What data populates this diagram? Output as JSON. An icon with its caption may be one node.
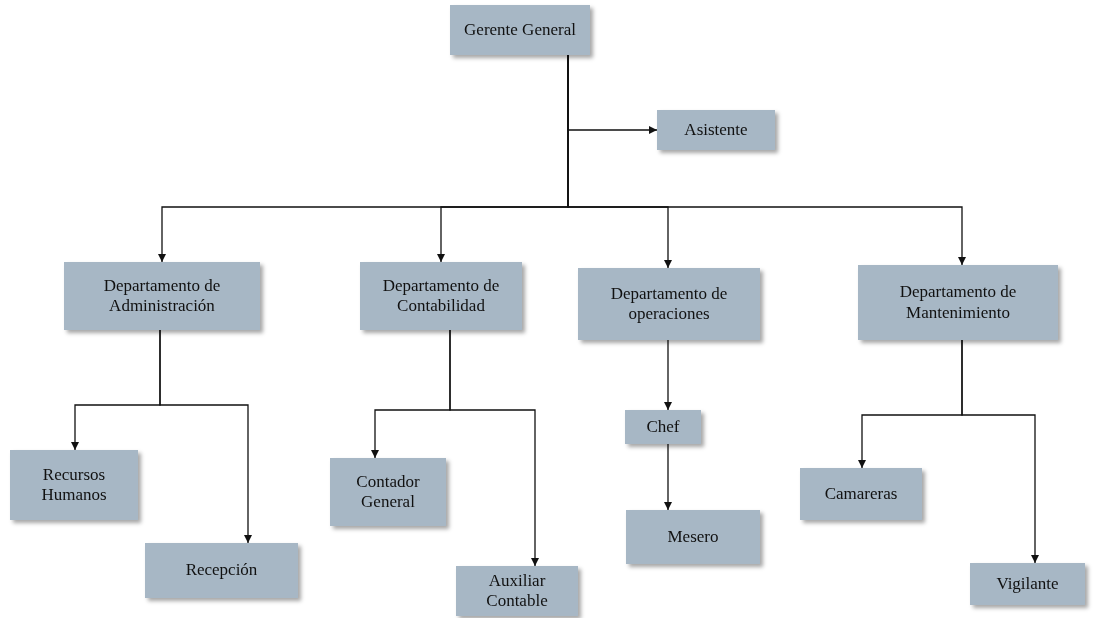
{
  "diagram": {
    "nodes": [
      {
        "text": [
          "Gerente General"
        ]
      },
      {
        "text": [
          "Asistente"
        ]
      },
      {
        "text": [
          "Departamento de Administración"
        ]
      },
      {
        "text": [
          "Departamento de Contabilidad"
        ]
      },
      {
        "text": [
          "Departamento de operaciones"
        ]
      },
      {
        "text": [
          "Departamento de Mantenimiento"
        ]
      },
      {
        "text": [
          "Recursos Humanos"
        ]
      },
      {
        "text": [
          "Recepción"
        ]
      },
      {
        "text": [
          "Contador General"
        ]
      },
      {
        "text": [
          "Auxiliar Contable"
        ]
      },
      {
        "text": [
          "Chef"
        ]
      },
      {
        "text": [
          "Mesero"
        ]
      },
      {
        "text": [
          "Camareras"
        ]
      },
      {
        "text": [
          "Vigilante"
        ]
      }
    ],
    "edges": [
      {
        "from": 0,
        "to": 1,
        "arrow": "to"
      },
      {
        "from": 0,
        "to": 2,
        "arrow": "to"
      },
      {
        "from": 0,
        "to": 3,
        "arrow": "to"
      },
      {
        "from": 0,
        "to": 4,
        "arrow": "to"
      },
      {
        "from": 0,
        "to": 5,
        "arrow": "to"
      },
      {
        "from": 2,
        "to": 6,
        "arrow": "to"
      },
      {
        "from": 2,
        "to": 7,
        "arrow": "to"
      },
      {
        "from": 3,
        "to": 8,
        "arrow": "to"
      },
      {
        "from": 3,
        "to": 9,
        "arrow": "to"
      },
      {
        "from": 4,
        "to": 10,
        "arrow": "to"
      },
      {
        "from": 10,
        "to": 11,
        "arrow": "to"
      },
      {
        "from": 5,
        "to": 12,
        "arrow": "to"
      },
      {
        "from": 5,
        "to": 13,
        "arrow": "to"
      }
    ]
  }
}
